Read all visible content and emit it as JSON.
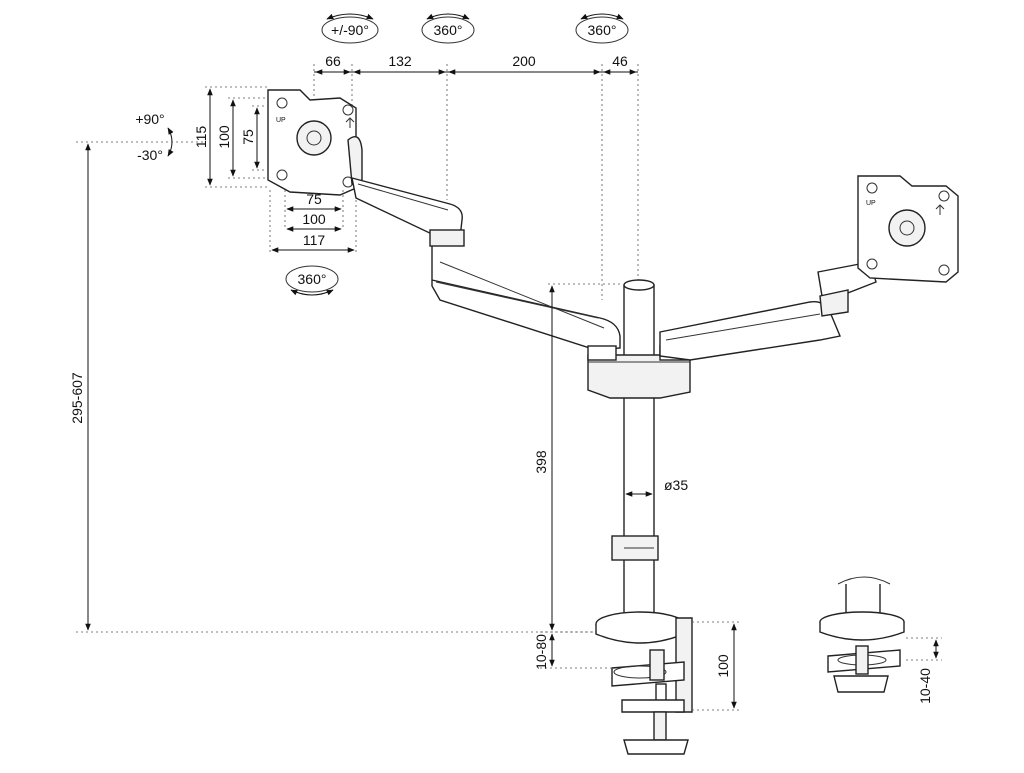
{
  "rotations": {
    "tilt_range": "+/-90°",
    "swivel_a": "360°",
    "swivel_b": "360°",
    "plate_rotation": "360°",
    "tilt_up": "+90°",
    "tilt_down": "-30°"
  },
  "arm_dimensions": {
    "seg_1": "66",
    "seg_2": "132",
    "seg_3": "200",
    "seg_4": "46"
  },
  "vesa": {
    "height_outer": "115",
    "height_mid": "100",
    "height_inner": "75",
    "width_inner": "75",
    "width_mid": "100",
    "width_outer": "117",
    "up_mark": "UP"
  },
  "height_range": "295-607",
  "pole_height": "398",
  "pole_diameter": "ø35",
  "clamp": {
    "desk_range": "10-80",
    "clamp_height": "100",
    "grommet_range": "10-40"
  },
  "colors": {
    "line": "#222222",
    "fill": "#ffffff",
    "shade": "#f2f2f2"
  }
}
